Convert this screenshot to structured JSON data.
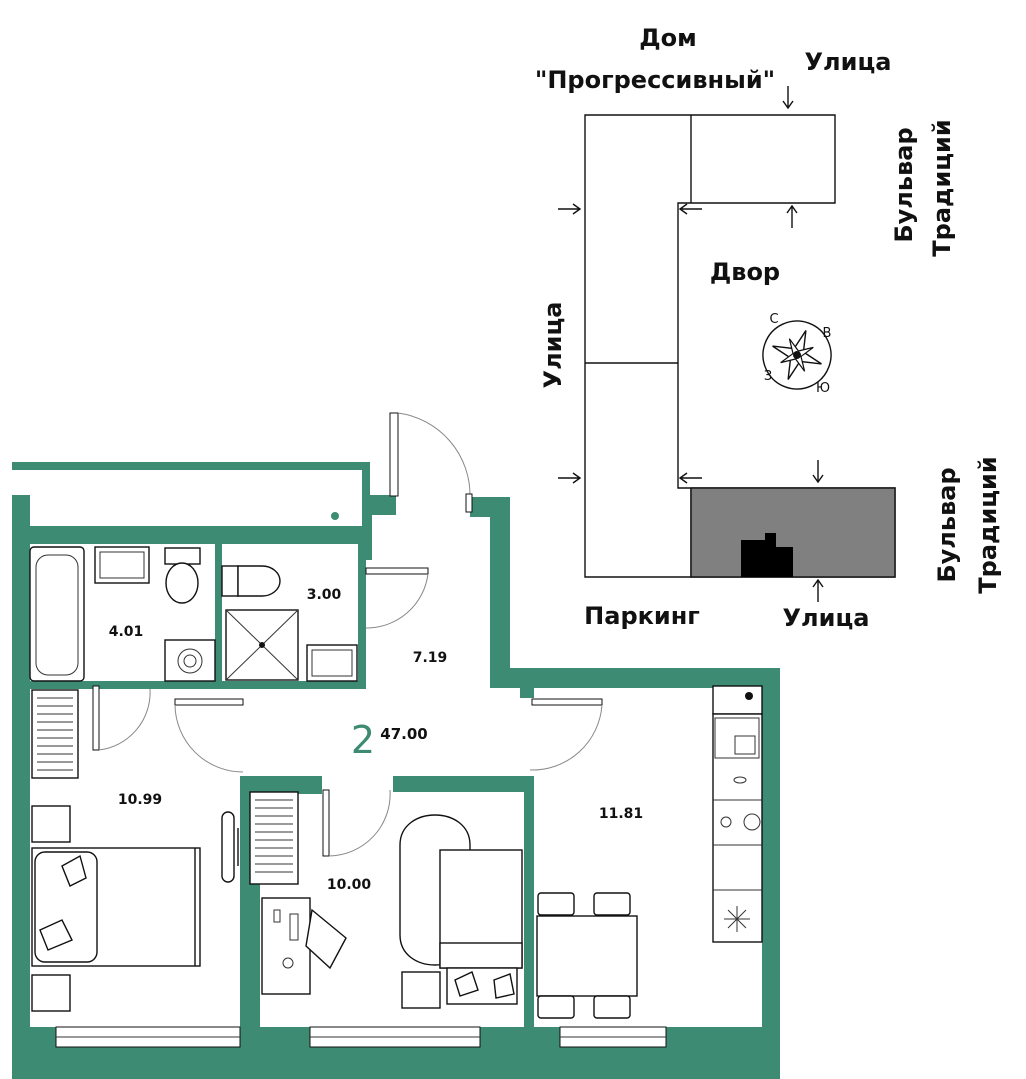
{
  "site": {
    "building": "Дом",
    "building_name": "\"Прогрессивный\"",
    "street_top": "Улица",
    "street_left": "Улица",
    "street_bottom": "Улица",
    "boulevard_top_1": "Бульвар",
    "boulevard_top_2": "Традиций",
    "boulevard_bottom_1": "Бульвар",
    "boulevard_bottom_2": "Традиций",
    "yard": "Двор",
    "parking": "Паркинг",
    "compass": {
      "n": "С",
      "e": "В",
      "s": "Ю",
      "w": "З"
    }
  },
  "plan": {
    "rooms_count": "2",
    "total_area": "47.00",
    "rooms": {
      "bathroom": "4.01",
      "wc": "3.00",
      "hallway": "7.19",
      "bedroom": "10.99",
      "room2": "10.00",
      "kitchen": "11.81"
    }
  },
  "colors": {
    "wall": "#3e8b73",
    "unit": "#808080"
  }
}
